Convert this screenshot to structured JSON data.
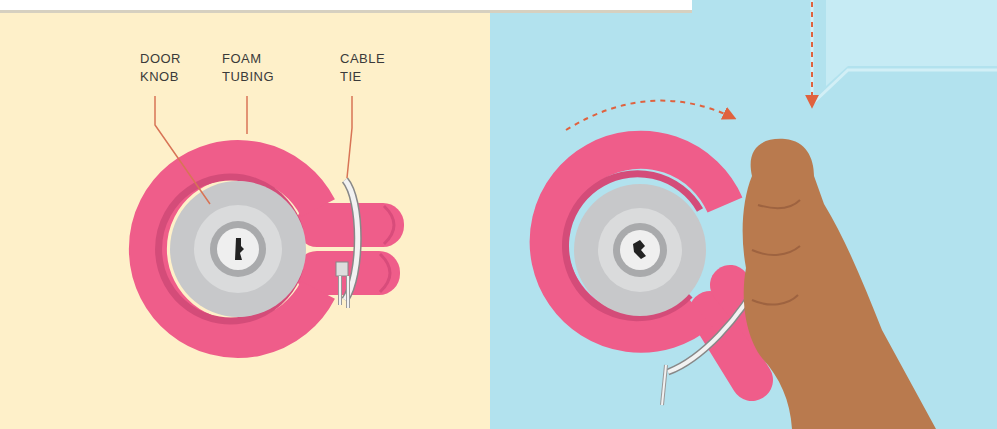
{
  "diagram": {
    "labels": [
      "DOOR KNOB",
      "FOAM TUBING",
      "CABLE TIE"
    ]
  }
}
